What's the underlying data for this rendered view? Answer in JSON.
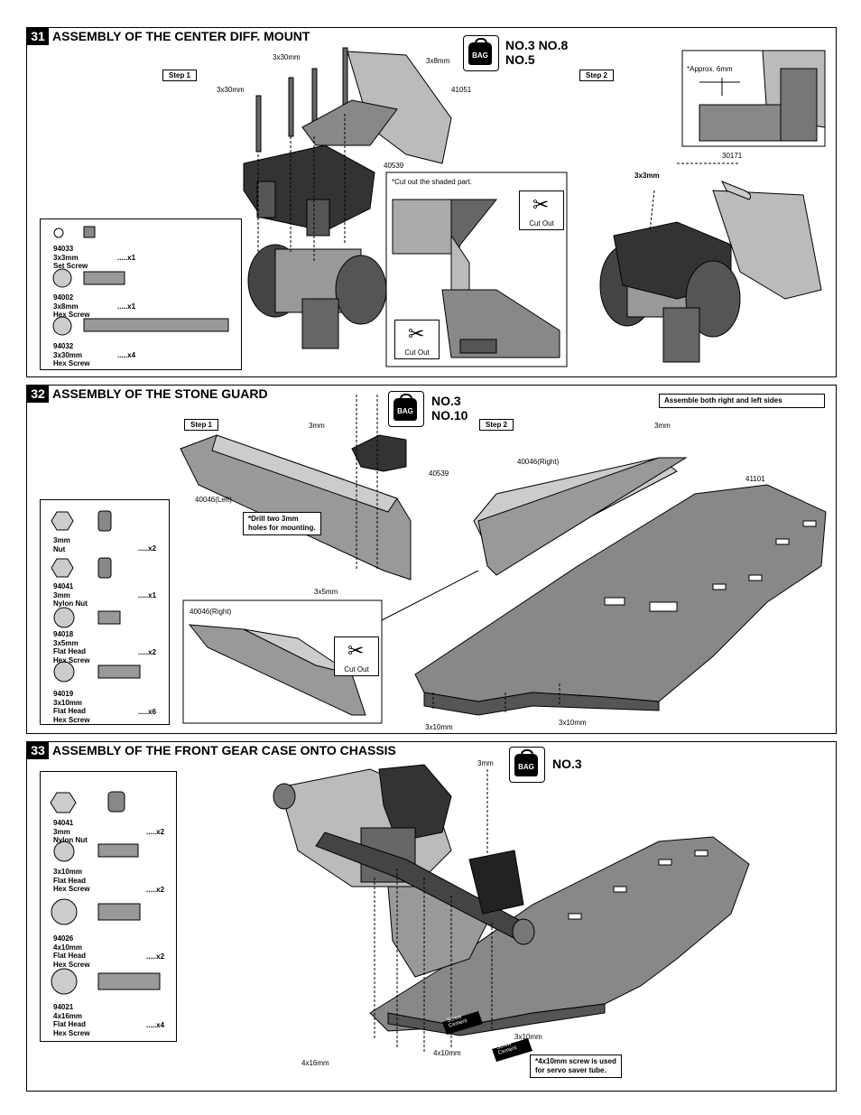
{
  "sections": [
    {
      "number": "31",
      "title": "ASSEMBLY OF THE CENTER DIFF. MOUNT",
      "bag_label": "BAG",
      "bag_numbers": "NO.3  NO.8\nNO.5",
      "steps": [
        "Step 1",
        "Step 2"
      ],
      "labels": {
        "l1": "3x30mm",
        "l2": "3x30mm",
        "l3": "3x8mm",
        "l4": "41051",
        "l5": "40539",
        "l6": "*Approx. 6mm",
        "l7": "30171",
        "l8": "3x3mm"
      },
      "cut_note": "*Cut out the shaded part.",
      "cut_label": "Cut Out",
      "parts": [
        {
          "code": "94033",
          "desc": "3x3mm\nSet Screw",
          "qty": ".....x1"
        },
        {
          "code": "94002",
          "desc": "3x8mm\nHex Screw",
          "qty": ".....x1"
        },
        {
          "code": "94032",
          "desc": "3x30mm\nHex Screw",
          "qty": ".....x4"
        }
      ]
    },
    {
      "number": "32",
      "title": "ASSEMBLY OF THE STONE GUARD",
      "bag_label": "BAG",
      "bag_numbers": "NO.3\nNO.10",
      "steps": [
        "Step 1",
        "Step 2"
      ],
      "labels": {
        "l1": "3mm",
        "l2": "40539",
        "l3": "40046(Left)",
        "l4": "3x5mm",
        "l5": "40046(Right)",
        "l6": "40046(Right)",
        "l7": "3mm",
        "l8": "41101",
        "l9": "3x10mm",
        "l10": "3x10mm"
      },
      "drill_note": "*Drill two 3mm\n  holes for mounting.",
      "sides_note": "Assemble both right and left sides",
      "cut_label": "Cut Out",
      "parts": [
        {
          "code": "",
          "desc": "3mm\nNut",
          "qty": ".....x2"
        },
        {
          "code": "94041",
          "desc": "3mm\nNylon Nut",
          "qty": ".....x1"
        },
        {
          "code": "94018",
          "desc": "3x5mm\nFlat Head\nHex Screw",
          "qty": ".....x2"
        },
        {
          "code": "94019",
          "desc": "3x10mm\nFlat Head\nHex Screw",
          "qty": ".....x6"
        }
      ]
    },
    {
      "number": "33",
      "title": "ASSEMBLY OF THE FRONT GEAR CASE ONTO CHASSIS",
      "bag_label": "BAG",
      "bag_numbers": "NO.3",
      "labels": {
        "l1": "3mm",
        "l2": "3x10mm",
        "l3": "4x10mm",
        "l4": "4x16mm"
      },
      "screw_note": "*4x10mm screw is used\n  for servo saver tube.",
      "screw_cement": "Screw\nCement",
      "parts": [
        {
          "code": "94041",
          "desc": "3mm\nNylon Nut",
          "qty": ".....x2"
        },
        {
          "code": "",
          "desc": "3x10mm\nFlat Head\nHex Screw",
          "qty": ".....x2"
        },
        {
          "code": "94026",
          "desc": "4x10mm\nFlat Head\nHex Screw",
          "qty": ".....x2"
        },
        {
          "code": "94021",
          "desc": "4x16mm\nFlat Head\nHex Screw",
          "qty": ".....x4"
        }
      ]
    }
  ]
}
